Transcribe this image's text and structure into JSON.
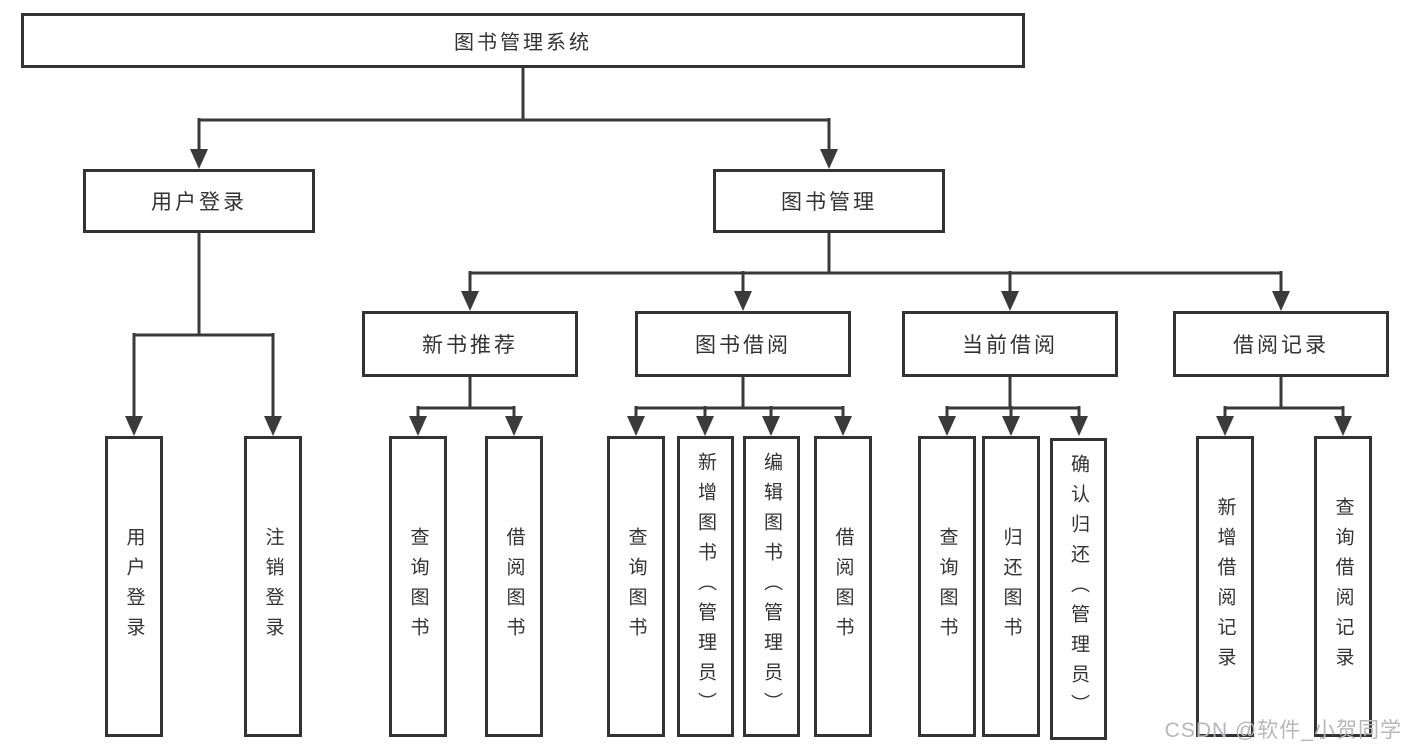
{
  "diagram_title": "图书管理系统",
  "tree": {
    "label": "图书管理系统",
    "children": [
      {
        "label": "用户登录",
        "children": [
          {
            "label": "用户登录"
          },
          {
            "label": "注销登录"
          }
        ]
      },
      {
        "label": "图书管理",
        "children": [
          {
            "label": "新书推荐",
            "children": [
              {
                "label": "查询图书"
              },
              {
                "label": "借阅图书"
              }
            ]
          },
          {
            "label": "图书借阅",
            "children": [
              {
                "label": "查询图书"
              },
              {
                "label": "新增图书（管理员）"
              },
              {
                "label": "编辑图书（管理员）"
              },
              {
                "label": "借阅图书"
              }
            ]
          },
          {
            "label": "当前借阅",
            "children": [
              {
                "label": "查询图书"
              },
              {
                "label": "归还图书"
              },
              {
                "label": "确认归还（管理员）"
              }
            ]
          },
          {
            "label": "借阅记录",
            "children": [
              {
                "label": "新增借阅记录"
              },
              {
                "label": "查询借阅记录"
              }
            ]
          }
        ]
      }
    ]
  },
  "watermark": "CSDN @软件_小贺同学",
  "colors": {
    "line": "#3a3a3a",
    "box_border": "#333333",
    "text": "#333333",
    "background": "#ffffff",
    "watermark": "#b6b6bc"
  }
}
